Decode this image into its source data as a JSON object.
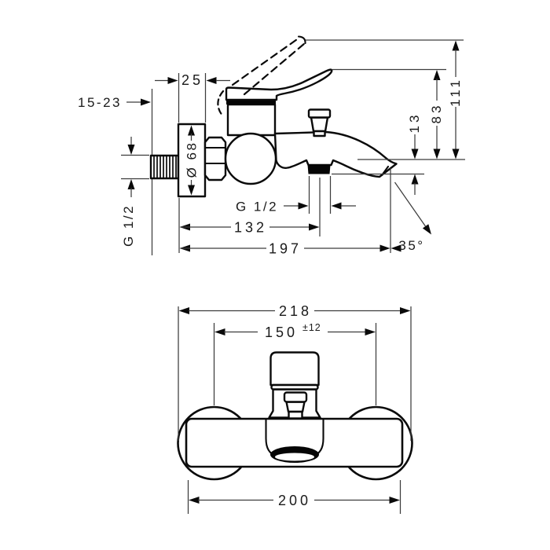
{
  "drawing": {
    "title": "bath-mixer-technical-drawing",
    "side_view": {
      "dims": {
        "wall_distance": "15-23",
        "plate_depth": "25",
        "plate_diameter": "Ø 68",
        "inlet_thread": "G 1/2",
        "outlet_thread": "G 1/2",
        "wall_to_outlet": "132",
        "wall_to_tip": "197",
        "outlet_drop": "13",
        "handle_height": "83",
        "handle_raised_height": "111",
        "spout_angle": "35°"
      }
    },
    "front_view": {
      "dims": {
        "overall_width": "218",
        "connection_centers": "150",
        "connection_tolerance": "±12",
        "body_width": "200"
      }
    }
  }
}
